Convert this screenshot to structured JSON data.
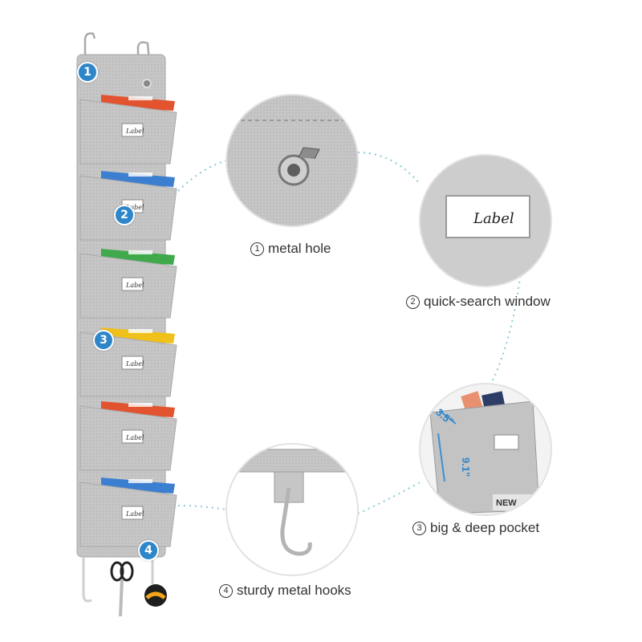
{
  "colors": {
    "felt": "#c9c9c9",
    "felt_dark": "#a9a9a9",
    "badge": "#2e86c9",
    "connector": "#8ec9dc"
  },
  "organizer": {
    "pockets": [
      {
        "folder_color": "#e2532f",
        "label": "Label"
      },
      {
        "folder_color": "#3c7fd1",
        "label": "Label"
      },
      {
        "folder_color": "#3fa94b",
        "label": "Label"
      },
      {
        "folder_color": "#f0c11b",
        "label": "Label"
      },
      {
        "folder_color": "#e2532f",
        "label": "Label"
      },
      {
        "folder_color": "#3c7fd1",
        "label": "Label"
      }
    ],
    "badges": [
      "1",
      "2",
      "3",
      "4"
    ]
  },
  "features": [
    {
      "num": "1",
      "text": "metal hole"
    },
    {
      "num": "2",
      "text": "quick-search window"
    },
    {
      "num": "3",
      "text": "big & deep pocket"
    },
    {
      "num": "4",
      "text": "sturdy metal hooks"
    }
  ],
  "detail": {
    "window_label": "Label",
    "dim_width": "3.5\"",
    "dim_height": "9.1\"",
    "paper_text": "NEW"
  }
}
